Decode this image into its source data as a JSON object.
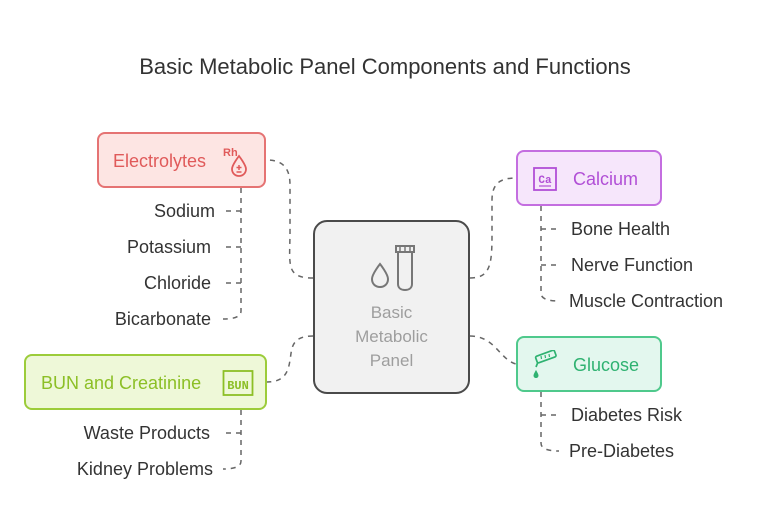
{
  "title": "Basic Metabolic Panel Components and Functions",
  "center": {
    "lines": [
      "Basic",
      "Metabolic",
      "Panel"
    ]
  },
  "branches": {
    "electrolytes": {
      "label": "Electrolytes",
      "icon": "blood-drop-rh-icon",
      "color": "#e57373",
      "items": [
        "Sodium",
        "Potassium",
        "Chloride",
        "Bicarbonate"
      ]
    },
    "calcium": {
      "label": "Calcium",
      "icon": "element-ca-icon",
      "icon_text": "Ca",
      "color": "#c46ee0",
      "items": [
        "Bone Health",
        "Nerve Function",
        "Muscle Contraction"
      ]
    },
    "bun": {
      "label": "BUN and Creatinine",
      "icon": "bun-badge-icon",
      "icon_text": "BUN",
      "color": "#9ccc3a",
      "items": [
        "Waste Products",
        "Kidney Problems"
      ]
    },
    "glucose": {
      "label": "Glucose",
      "icon": "glucose-meter-icon",
      "color": "#4fc98c",
      "items": [
        "Diabetes Risk",
        "Pre-Diabetes"
      ]
    }
  }
}
